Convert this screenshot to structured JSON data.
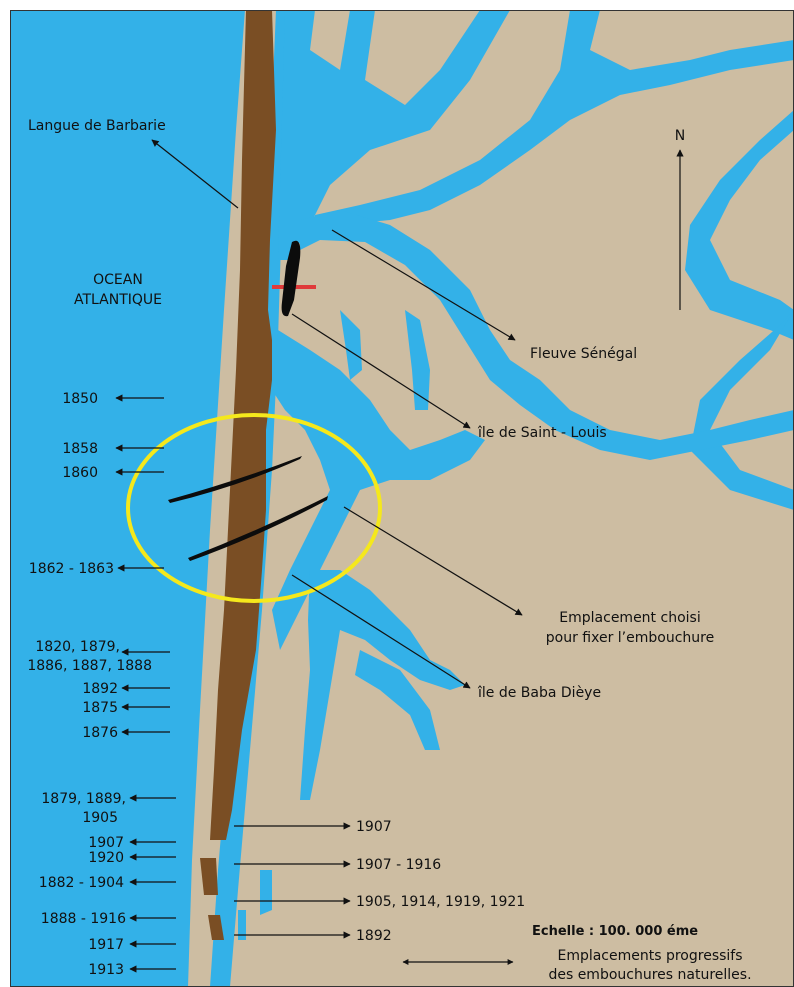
{
  "labels": {
    "langue_de_barbarie": "Langue de Barbarie",
    "ocean_line1": "OCEAN",
    "ocean_line2": "ATLANTIQUE",
    "fleuve_senegal": "Fleuve Sénégal",
    "ile_saint_louis": "île de Saint - Louis",
    "emplacement_line1": "Emplacement choisi",
    "emplacement_line2": "pour fixer l’embouchure",
    "ile_baba_dieye": "île de Baba Dièye",
    "north": "N"
  },
  "years_left": [
    "1850",
    "1858",
    "1860",
    "1862 - 1863",
    "1820, 1879,",
    "1886, 1887, 1888",
    "1892",
    "1875",
    "1876",
    "1879,  1889,",
    "1905",
    "1907",
    "1920",
    "1882 - 1904",
    "1888 - 1916",
    "1917",
    "1913"
  ],
  "years_right": [
    "1907",
    "1907 - 1916",
    "1905, 1914, 1919, 1921",
    "1892"
  ],
  "legend": {
    "scale": "Echelle : 100. 000 éme",
    "line1": "Emplacements progressifs",
    "line2": "des embouchures naturelles."
  },
  "colors": {
    "ocean": "#33b1e8",
    "land": "#cdbda2",
    "spit": "#7a4e24",
    "highlight_circle": "#f5e81c",
    "bridge": "#e03a3a",
    "channel_line": "#0c0c0c"
  }
}
